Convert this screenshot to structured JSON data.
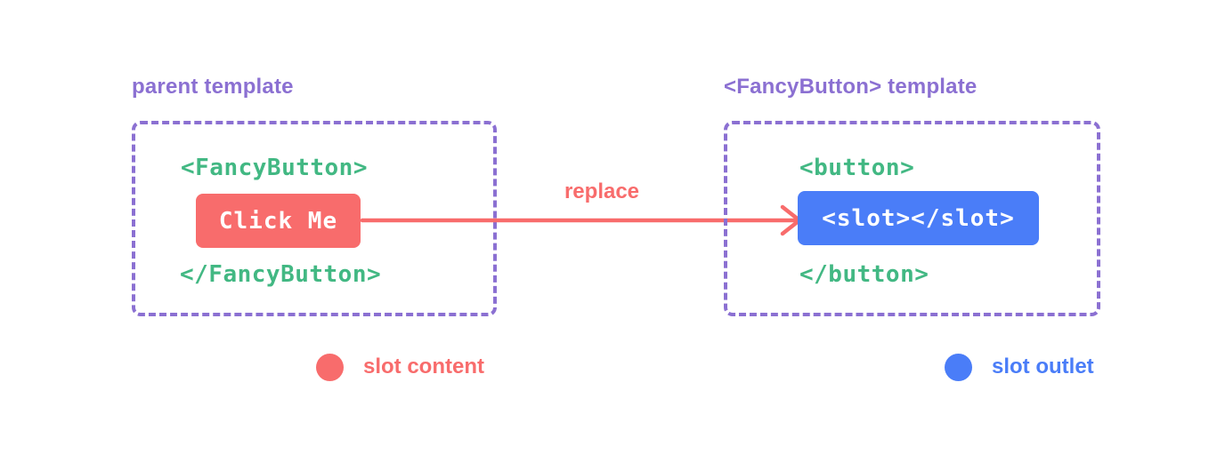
{
  "parent": {
    "label": "parent template",
    "open_tag": "<FancyButton>",
    "slot_content": "Click Me",
    "close_tag": "</FancyButton>"
  },
  "arrow": {
    "label": "replace"
  },
  "fancy": {
    "label": "<FancyButton> template",
    "open_tag": "<button>",
    "slot_outlet": "<slot></slot>",
    "close_tag": "</button>"
  },
  "legend": [
    {
      "label": "slot content",
      "color": "#f86c6c"
    },
    {
      "label": "slot outlet",
      "color": "#4a7df8"
    }
  ],
  "colors": {
    "purple": "#8b70d2",
    "green": "#42b883",
    "coral": "#f86c6c",
    "blue": "#4a7df8",
    "text-on-chip": "#ffffff",
    "bg": "#ffffff"
  }
}
